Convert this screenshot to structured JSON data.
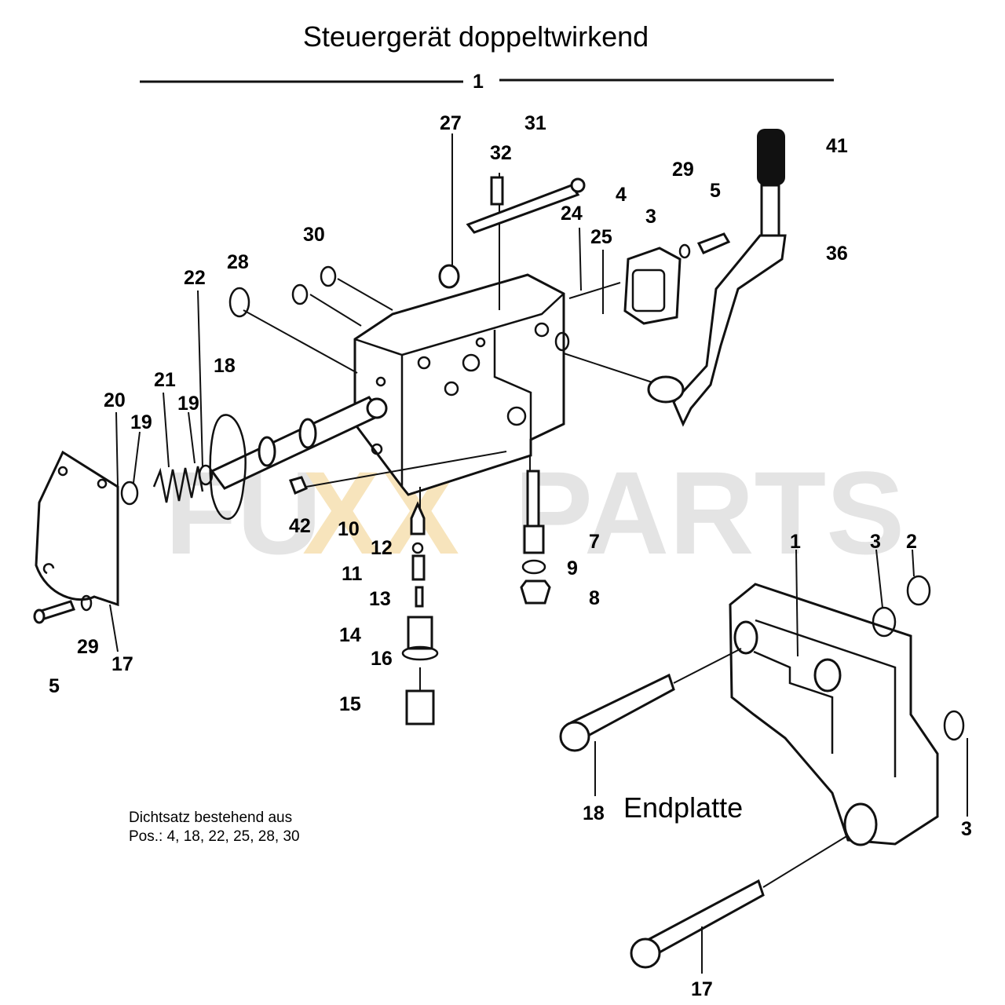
{
  "title": "Steuergerät doppeltwirkend",
  "subassembly_label": "Endplatte",
  "gasket_note": {
    "line1": "Dichtsatz bestehend aus",
    "line2": "Pos.: 4, 18, 22, 25, 28, 30"
  },
  "watermark": {
    "part1": "FU",
    "part2": "XX",
    "part3": "PARTS",
    "color_gray": "#d9d9d9",
    "color_accent": "#f4d9a0"
  },
  "callouts": [
    "1",
    "27",
    "31",
    "32",
    "41",
    "30",
    "28",
    "22",
    "29",
    "5",
    "4",
    "3",
    "24",
    "25",
    "36",
    "18",
    "20",
    "21",
    "19",
    "19",
    "42",
    "10",
    "12",
    "11",
    "13",
    "14",
    "16",
    "15",
    "7",
    "9",
    "8",
    "5",
    "29",
    "17",
    "1",
    "3",
    "2",
    "18",
    "17",
    "3"
  ]
}
